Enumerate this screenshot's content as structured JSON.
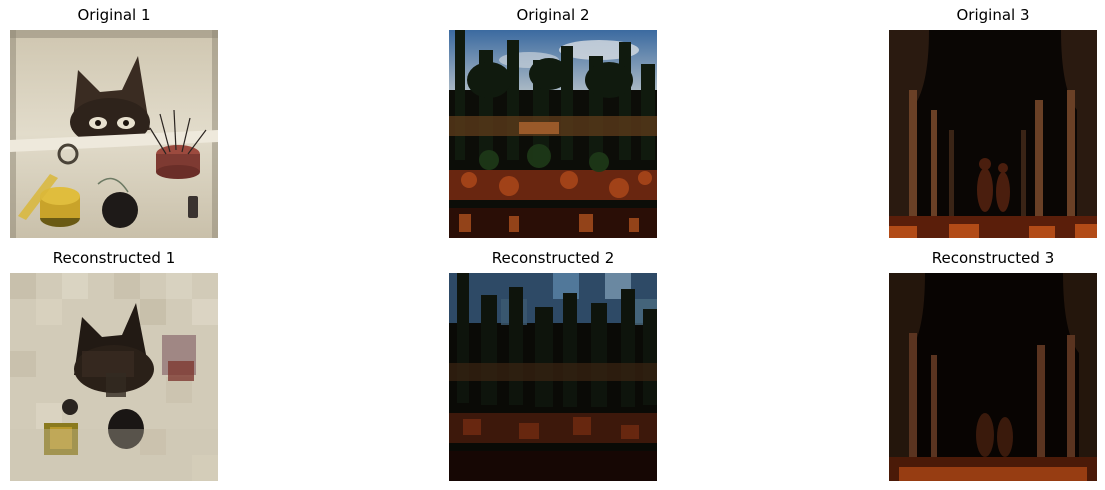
{
  "panels": [
    {
      "title": "Original 1",
      "picture": "cat-behind-sewing-table"
    },
    {
      "title": "Original 2",
      "picture": "dark-garden-landscape"
    },
    {
      "title": "Original 3",
      "picture": "dark-arcade-interior"
    },
    {
      "title": "Reconstructed 1",
      "picture": "cat-behind-sewing-table-blocky"
    },
    {
      "title": "Reconstructed 2",
      "picture": "dark-garden-landscape-blocky"
    },
    {
      "title": "Reconstructed 3",
      "picture": "dark-arcade-interior-blurred"
    }
  ]
}
